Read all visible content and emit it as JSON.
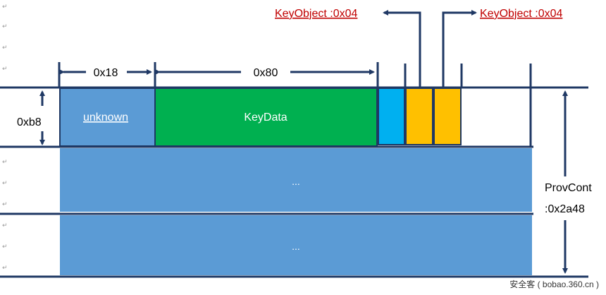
{
  "labels": {
    "key_object_left": "KeyObject :0x04",
    "key_object_right": "KeyObject :0x04",
    "width_unknown": "0x18",
    "width_keydata": "0x80",
    "height_row": "0xb8",
    "prov_cont_line1": "ProvCont",
    "prov_cont_line2": ":0x2a48",
    "block_unknown": "unknown",
    "block_keydata": "KeyData",
    "ellipsis_1": "...",
    "ellipsis_2": "...",
    "watermark": "安全客 ( bobao.360.cn )"
  },
  "colors": {
    "unknown_block": "#5b9bd5",
    "keydata_block": "#00b050",
    "small_blue": "#00b0f0",
    "small_gold": "#ffc000",
    "row_block": "#5b9bd5",
    "line": "#1f3864",
    "key_object_text": "#c00000",
    "block_text": "#ffffff"
  }
}
